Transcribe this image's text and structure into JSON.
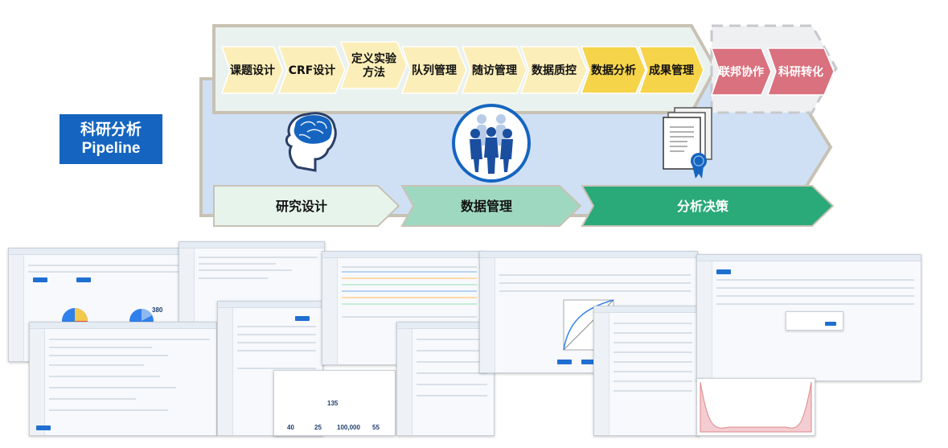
{
  "title": {
    "line1": "科研分析",
    "line2": "Pipeline"
  },
  "steps": [
    {
      "label": "课题设计",
      "group": "design"
    },
    {
      "label": "CRF设计",
      "group": "design"
    },
    {
      "label": "定义实验\n方法",
      "group": "design"
    },
    {
      "label": "队列管理",
      "group": "data"
    },
    {
      "label": "随访管理",
      "group": "data"
    },
    {
      "label": "数据质控",
      "group": "data"
    },
    {
      "label": "数据分析",
      "group": "analysis"
    },
    {
      "label": "成果管理",
      "group": "analysis"
    },
    {
      "label": "联邦协作",
      "group": "future"
    },
    {
      "label": "科研转化",
      "group": "future"
    }
  ],
  "phases": [
    {
      "label": "研究设计",
      "color": "#e6f4ec",
      "text": "#111111"
    },
    {
      "label": "数据管理",
      "color": "#9fd8c0",
      "text": "#111111"
    },
    {
      "label": "分析决策",
      "color": "#2aa979",
      "text": "#ffffff"
    }
  ],
  "icons": [
    "brain-head-icon",
    "team-people-icon",
    "certificate-icon"
  ],
  "colors": {
    "title_bg": "#1565c0",
    "main_arrow": "#cfe0f5",
    "design_step": "#fbeeb8",
    "analysis_step": "#f6d44a",
    "future_step": "#d9717e",
    "outer_arrow": "#eaf2ef"
  },
  "screenshots": {
    "dashboard_value": "380",
    "people_count": "135",
    "stat_1": "40",
    "stat_2": "25",
    "stat_3": "100,000",
    "stat_4": "55"
  }
}
